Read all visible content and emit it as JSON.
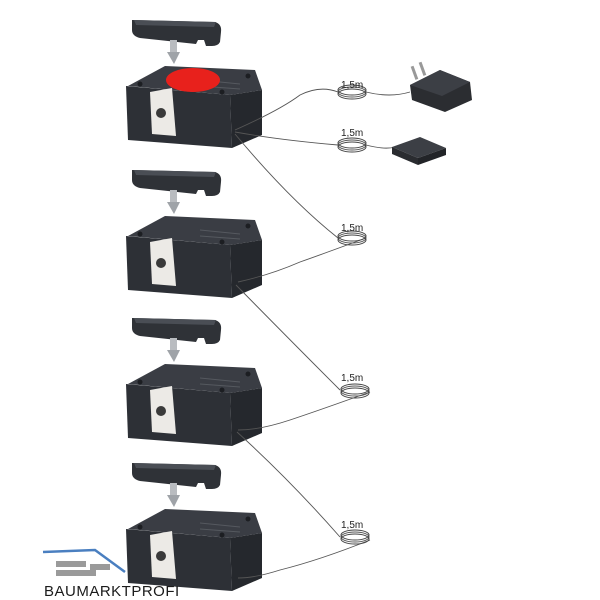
{
  "cable_labels": [
    "1,5m",
    "1,5m",
    "1,5m",
    "1,5m",
    "1,5m"
  ],
  "logo": {
    "text": "BAUMARKTPROFI"
  },
  "colors": {
    "body": "#2d3036",
    "top": "#3a3d44",
    "highlight": "#e8211c",
    "logo_blue": "#4a7fc0"
  }
}
